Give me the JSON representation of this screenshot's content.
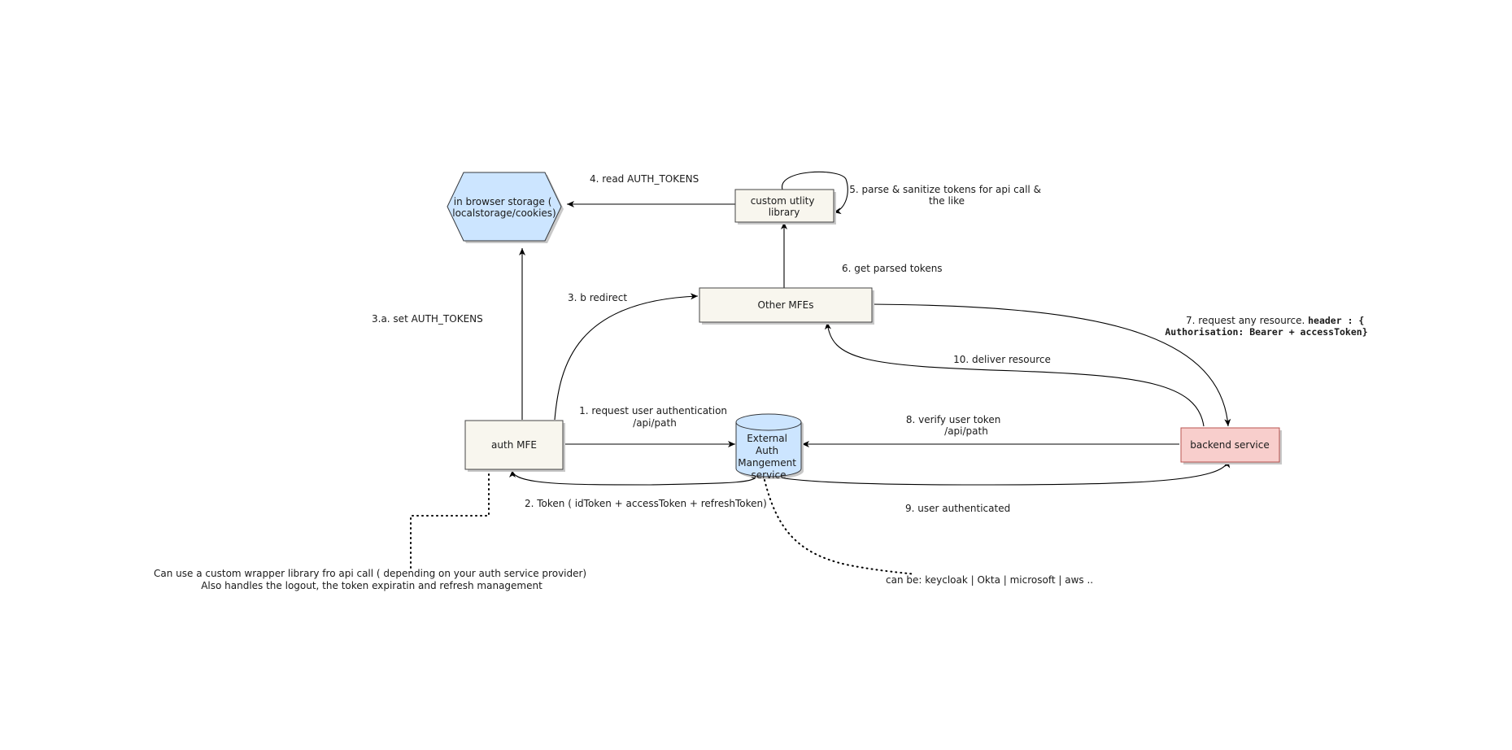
{
  "colors": {
    "box_fill": "#f8f6ee",
    "box_stroke": "#444444",
    "storage_fill": "#cce5ff",
    "storage_stroke": "#36393d",
    "backend_fill": "#f8cecc",
    "backend_stroke": "#b85450",
    "shadow": "#c8c8c8"
  },
  "nodes": {
    "storage": [
      "in browser storage (",
      "localstorage/cookies)"
    ],
    "utility": [
      "custom utlity",
      "library"
    ],
    "other_mfes": "Other MFEs",
    "auth_mfe": "auth MFE",
    "auth_service": [
      "External",
      "Auth",
      "Mangement",
      "service"
    ],
    "backend": "backend service"
  },
  "edges": {
    "read_tokens": "4. read AUTH_TOKENS",
    "parse_tokens": [
      "5.  parse & sanitize tokens for api call &",
      "the like"
    ],
    "get_parsed": "6. get parsed tokens",
    "redirect": "3. b redirect",
    "set_tokens": "3.a. set AUTH_TOKENS",
    "request_resource_plain": "7. request any resource. ",
    "request_resource_bold_1": "header : {",
    "request_resource_bold_2": "Authorisation: Bearer + accessToken}",
    "deliver": "10. deliver resource",
    "request_auth": [
      "1. request user authentication",
      "/api/path"
    ],
    "verify": [
      "8. verify user token",
      "/api/path"
    ],
    "token": "2. Token ( idToken + accessToken + refreshToken)",
    "authenticated": "9. user authenticated"
  },
  "notes": {
    "wrapper": [
      "Can use a custom wrapper library  fro api call ( depending on your auth service provider)",
      "Also handles the logout, the token expiratin and refresh management"
    ],
    "providers": "can be: keycloak | Okta | microsoft | aws .."
  }
}
